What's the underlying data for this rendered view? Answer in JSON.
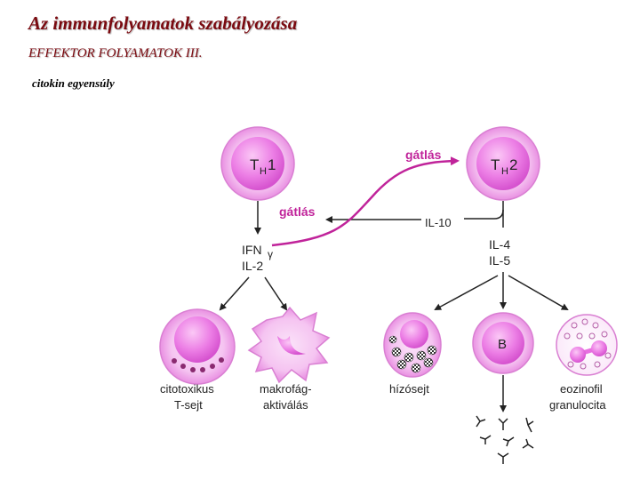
{
  "header": {
    "title": "Az immunfolyamatok szabályozása",
    "subtitle": "EFFEKTOR FOLYAMATOK   III.",
    "caption": "citokin egyensúly"
  },
  "diagram": {
    "th1_main": "T",
    "th1_sub": "H",
    "th1_num": "1",
    "th2_main": "T",
    "th2_sub": "H",
    "th2_num": "2",
    "inhibition_top": "gátlás",
    "inhibition_left": "gátlás",
    "il10": "IL-10",
    "ifn_main": "IFN",
    "ifn_greek": "γ",
    "il2": "IL-2",
    "il4": "IL-4",
    "il5": "IL-5",
    "b_cell": "B",
    "cytotoxic_line1": "citotoxikus",
    "cytotoxic_line2": "T-sejt",
    "macrophage_line1": "makrofág-",
    "macrophage_line2": "aktiválás",
    "mast_cell": "hízósejt",
    "eosinophil_line1": "eozinofil",
    "eosinophil_line2": "granulocita"
  },
  "colors": {
    "title": "#7a0a10",
    "inhibition": "#c0239a",
    "cell_outer": "#f4b8ef",
    "cell_nucleus": "#e86fe0"
  }
}
